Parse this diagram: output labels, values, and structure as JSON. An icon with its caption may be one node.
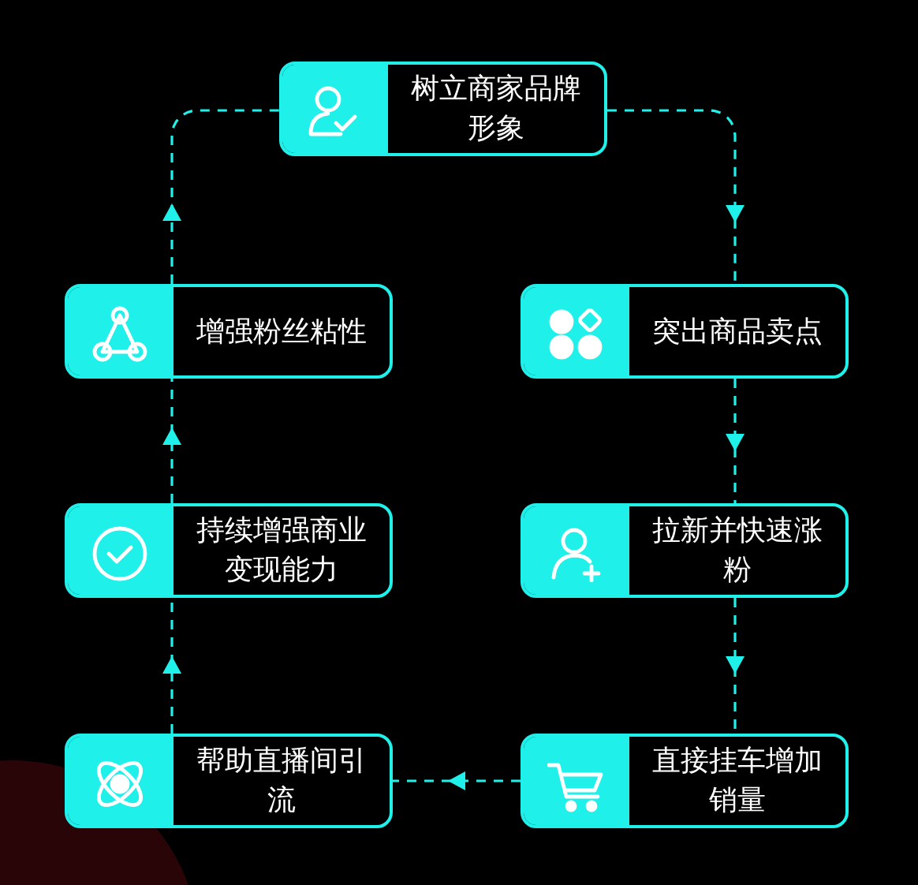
{
  "diagram": {
    "nodes": [
      {
        "text": [
          "树立商家品牌形象"
        ]
      },
      {
        "text": [
          "突出商品卖点"
        ]
      },
      {
        "text": [
          "拉新并快速涨粉"
        ]
      },
      {
        "text": [
          "直接挂车增加销量"
        ]
      },
      {
        "text": [
          "帮助直播间引流"
        ]
      },
      {
        "text": [
          "持续增强商业变现能力"
        ]
      },
      {
        "text": [
          "增强粉丝粘性"
        ]
      }
    ],
    "edges": [
      {
        "from": 0,
        "to": 1,
        "arrow": "to"
      },
      {
        "from": 1,
        "to": 2,
        "arrow": "to"
      },
      {
        "from": 2,
        "to": 3,
        "arrow": "to"
      },
      {
        "from": 3,
        "to": 4,
        "arrow": "to"
      },
      {
        "from": 4,
        "to": 5,
        "arrow": "to"
      },
      {
        "from": 5,
        "to": 6,
        "arrow": "to"
      },
      {
        "from": 6,
        "to": 0,
        "arrow": "to"
      }
    ]
  }
}
